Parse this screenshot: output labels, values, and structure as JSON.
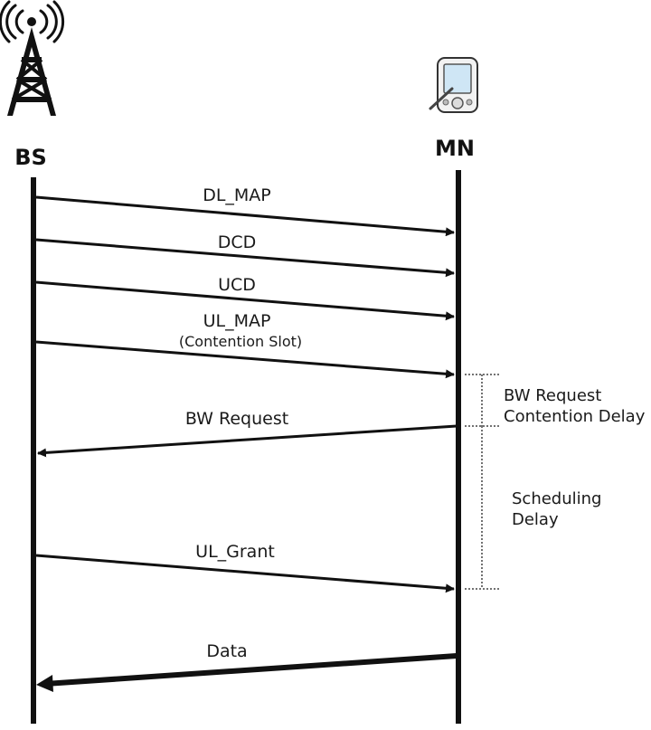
{
  "nodes": {
    "bs_label": "BS",
    "mn_label": "MN"
  },
  "messages": [
    {
      "id": "dl_map",
      "label": "DL_MAP",
      "direction": "BS->MN"
    },
    {
      "id": "dcd",
      "label": "DCD",
      "direction": "BS->MN"
    },
    {
      "id": "ucd",
      "label": "UCD",
      "direction": "BS->MN"
    },
    {
      "id": "ul_map",
      "label": "UL_MAP",
      "sublabel": "(Contention Slot)",
      "direction": "BS->MN"
    },
    {
      "id": "bw_request",
      "label": "BW Request",
      "direction": "MN->BS"
    },
    {
      "id": "ul_grant",
      "label": "UL_Grant",
      "direction": "BS->MN"
    },
    {
      "id": "data",
      "label": "Data",
      "direction": "MN->BS"
    }
  ],
  "delays": {
    "bw_request_line1": "BW Request",
    "bw_request_line2": "Contention Delay",
    "scheduling_line1": "Scheduling",
    "scheduling_line2": "Delay"
  },
  "icons": {
    "bs": "antenna-tower-icon",
    "mn": "pda-device-icon"
  }
}
